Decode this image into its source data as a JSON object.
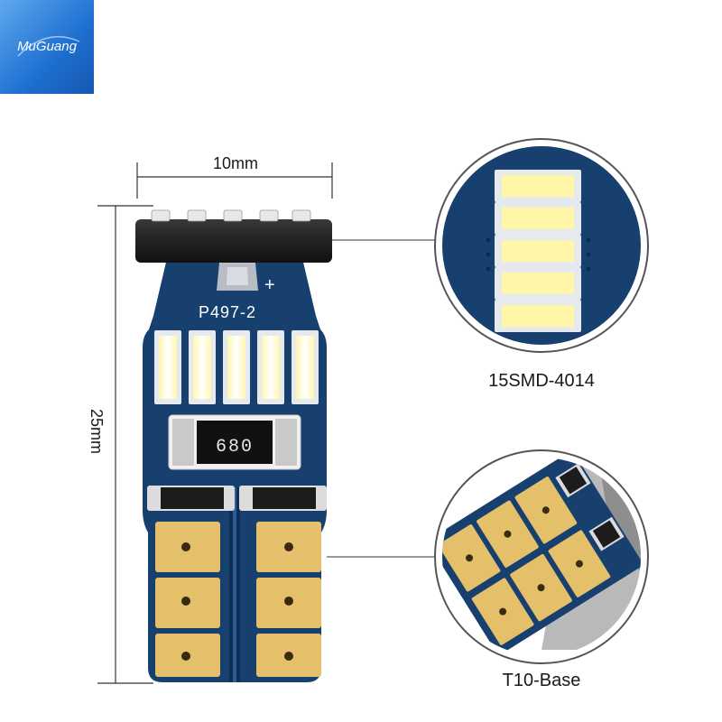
{
  "logo": {
    "text": "MuGuang",
    "bg": "#1e6fd0"
  },
  "dimensions": {
    "width": "10mm",
    "height": "25mm"
  },
  "pcb": {
    "marking": "P497-2",
    "polarity": "+",
    "resistor": "680"
  },
  "callouts": {
    "led": "15SMD-4014",
    "base": "T10-Base"
  },
  "colors": {
    "pcb": "#17406f",
    "led": "#fff9c4",
    "pad": "#e4c06a",
    "line": "#333333"
  }
}
